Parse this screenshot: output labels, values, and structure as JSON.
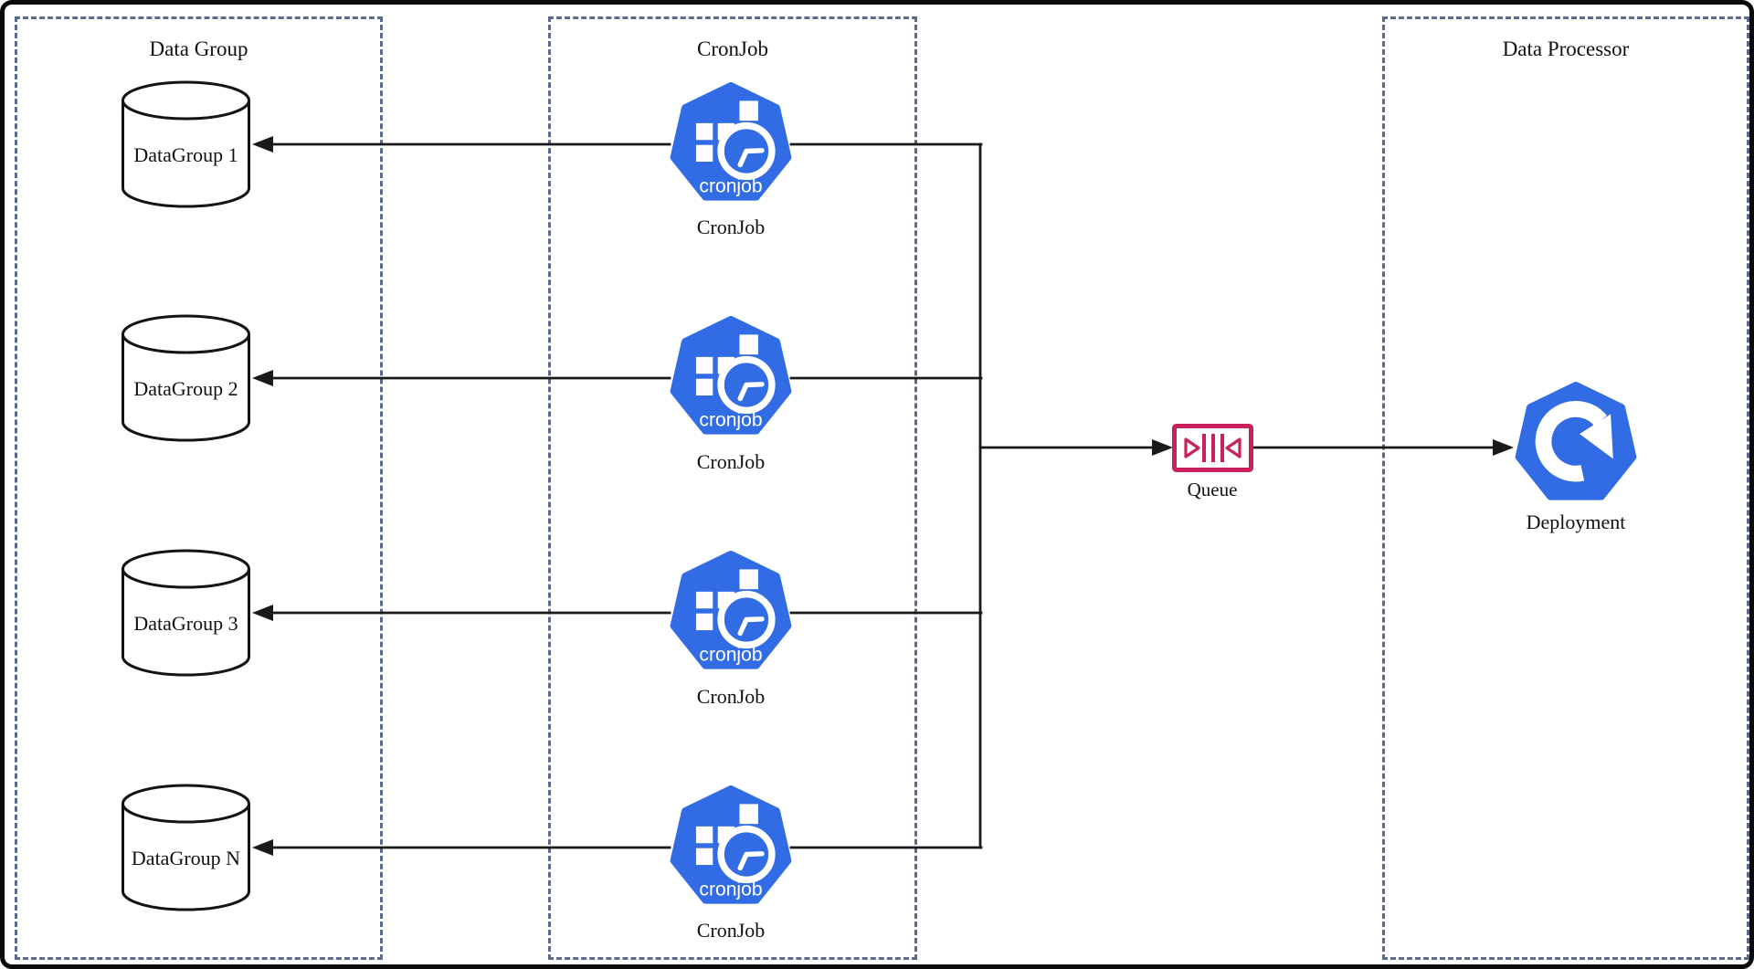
{
  "diagram": {
    "zones": [
      {
        "title": "Data Group"
      },
      {
        "title": "CronJob"
      },
      {
        "title": "Data Processor"
      }
    ],
    "data_groups": [
      {
        "label": "DataGroup 1"
      },
      {
        "label": "DataGroup 2"
      },
      {
        "label": "DataGroup 3"
      },
      {
        "label": "DataGroup N"
      }
    ],
    "cron_jobs": [
      {
        "icon_text": "cronjob",
        "label": "CronJob"
      },
      {
        "icon_text": "cronjob",
        "label": "CronJob"
      },
      {
        "icon_text": "cronjob",
        "label": "CronJob"
      },
      {
        "icon_text": "cronjob",
        "label": "CronJob"
      }
    ],
    "queue": {
      "label": "Queue"
    },
    "deployment": {
      "label": "Deployment"
    },
    "colors": {
      "kubernetes_blue": "#326CE5",
      "queue_pink": "#C9205E",
      "zone_border": "#5A6A8A",
      "connector": "#1A1A1A"
    }
  }
}
